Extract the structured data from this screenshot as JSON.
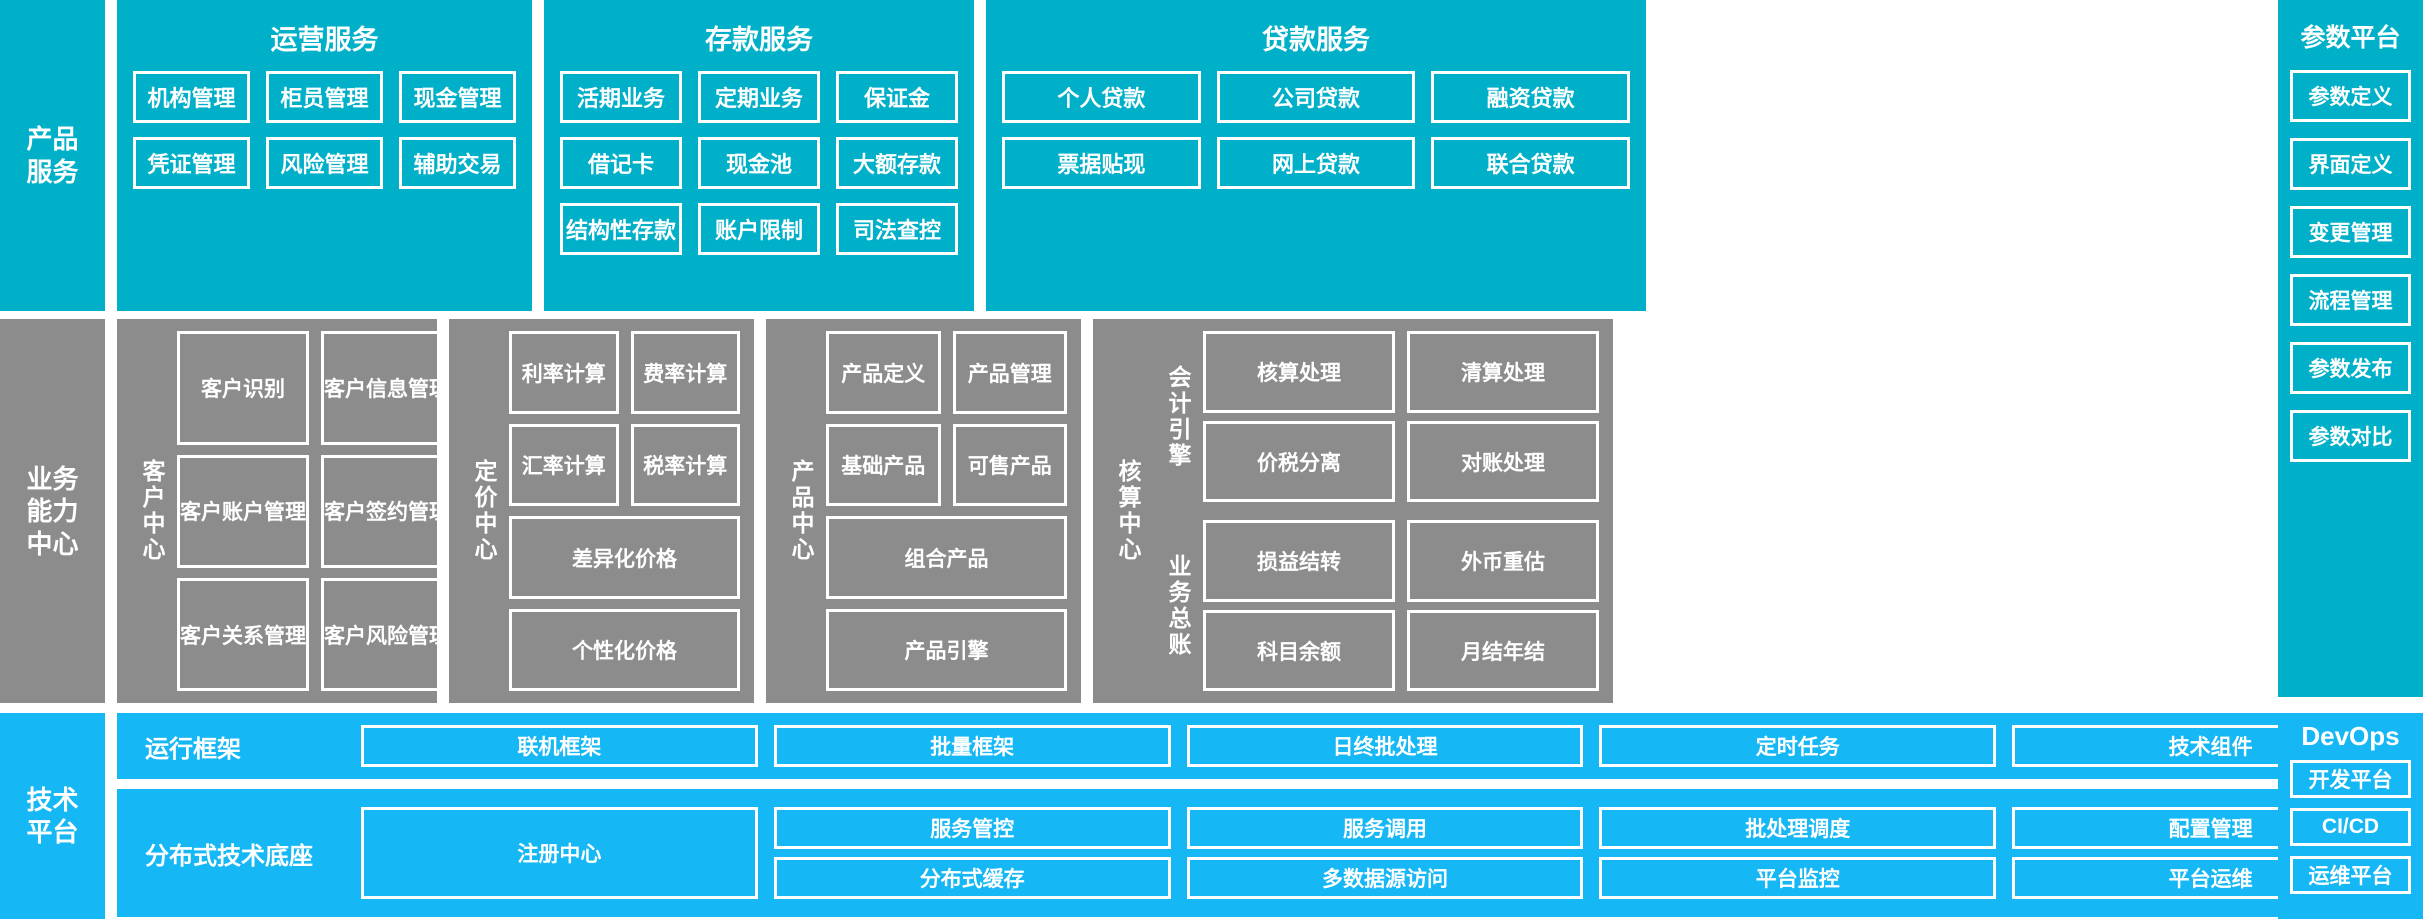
{
  "rows": {
    "product_services": {
      "label": "产品\n服务",
      "groups": [
        {
          "title": "运营服务",
          "items": [
            "机构管理",
            "柜员管理",
            "现金管理",
            "凭证管理",
            "风险管理",
            "辅助交易"
          ]
        },
        {
          "title": "存款服务",
          "items": [
            "活期业务",
            "定期业务",
            "保证金",
            "借记卡",
            "现金池",
            "大额存款",
            "结构性存款",
            "账户限制",
            "司法查控"
          ]
        },
        {
          "title": "贷款服务",
          "items": [
            "个人贷款",
            "公司贷款",
            "融资贷款",
            "票据贴现",
            "网上贷款",
            "联合贷款"
          ]
        }
      ]
    },
    "business_capability": {
      "label": "业务\n能力\n中心",
      "centers": [
        {
          "name": "客户中心",
          "items": [
            "客户识别",
            "客户信息管理",
            "客户账户管理",
            "客户签约管理",
            "客户关系管理",
            "客户风险管理"
          ]
        },
        {
          "name": "定价中心",
          "items": [
            "利率计算",
            "费率计算",
            "汇率计算",
            "税率计算",
            "差异化价格",
            "个性化价格"
          ]
        },
        {
          "name": "产品中心",
          "items": [
            "产品定义",
            "产品管理",
            "基础产品",
            "可售产品",
            "组合产品",
            "产品引擎"
          ]
        },
        {
          "name": "核算中心",
          "subgroups": [
            {
              "name": "会计引擎",
              "items": [
                "核算处理",
                "清算处理",
                "价税分离",
                "对账处理"
              ]
            },
            {
              "name": "业务总账",
              "items": [
                "损益结转",
                "外币重估",
                "科目余额",
                "月结年结"
              ]
            }
          ]
        }
      ]
    },
    "technology_platform": {
      "label": "技术\n平台",
      "bands": [
        {
          "name": "运行框架",
          "columns": [
            [
              "联机框架"
            ],
            [
              "批量框架"
            ],
            [
              "日终批处理"
            ],
            [
              "定时任务"
            ],
            [
              "技术组件"
            ]
          ]
        },
        {
          "name": "分布式技术底座",
          "columns": [
            [
              "注册中心"
            ],
            [
              "服务管控",
              "分布式缓存"
            ],
            [
              "服务调用",
              "多数据源访问"
            ],
            [
              "批处理调度",
              "平台监控"
            ],
            [
              "配置管理",
              "平台运维"
            ]
          ]
        }
      ]
    }
  },
  "parameter_platform": {
    "title": "参数平台",
    "items": [
      "参数定义",
      "界面定义",
      "变更管理",
      "流程管理",
      "参数发布",
      "参数对比"
    ]
  },
  "devops": {
    "title": "DevOps",
    "items": [
      "开发平台",
      "CI/CD",
      "运维平台"
    ]
  },
  "colors": {
    "teal": "#00AFC8",
    "gray": "#8C8C8C",
    "blue": "#16B7F5",
    "white": "#FFFFFF"
  }
}
